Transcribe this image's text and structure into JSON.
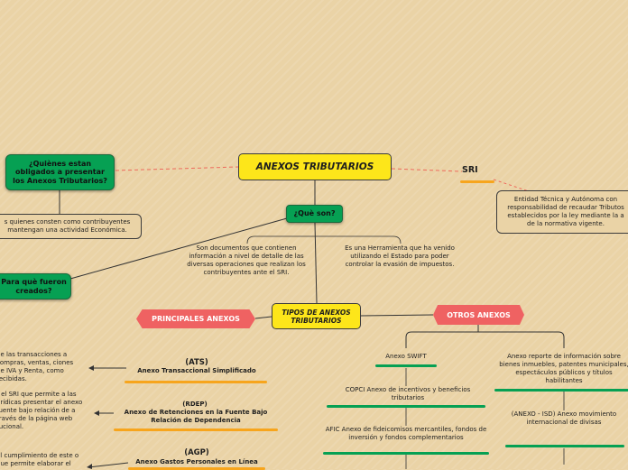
{
  "root": {
    "title": "ANEXOS TRIBUTARIOS"
  },
  "sri": {
    "label": "SRI",
    "description": "Entidad Técnica y Autónoma con responsabilidad de recaudar Tributos establecidos por la ley mediante la a de la normativa vigente."
  },
  "quienes": {
    "question": "¿Quiènes estan obligados a presentar los Anexos Tributarios?",
    "answer": "s quienes consten como contribuyentes mantengan una actividad Económica."
  },
  "que_son": {
    "question": "¿Què son?",
    "left_text": "Son documentos que contienen información a nivel de detalle de las diversas operaciones que realizan los contribuyentes ante el SRI.",
    "right_text": "Es una Herramienta que ha venido utilizando el Estado para poder controlar la evasión de impuestos."
  },
  "para_que": {
    "question": "Para què fueron creados?"
  },
  "tipos": {
    "title": "TIPOS DE ANEXOS TRIBUTARIOS"
  },
  "principales": {
    "label": "PRINCIPALES ANEXOS",
    "items": [
      {
        "code": "(ATS)",
        "name": "Anexo Transaccional Simplificado",
        "desc": "de las transacciones a compras, ventas, ciones de IVA y Renta, como recibidas."
      },
      {
        "code": "(RDEP)",
        "name": "Anexo de Retenciones en la Fuente Bajo Relación de Dependencia",
        "desc": "r el SRI que permite a las urídicas presentar el anexo fuente bajo relación de a través de la página web tucional."
      },
      {
        "code": "(AGP)",
        "name": "Anexo Gastos Personales en Línea",
        "desc": "el cumplimiento de este o que permite elaborar el"
      }
    ]
  },
  "otros": {
    "label": "OTROS ANEXOS",
    "left_items": [
      "Anexo SWIFT",
      "COPCI Anexo de incentivos y beneficios tributarios",
      "AFIC Anexo de fideicomisos mercantiles, fondos de inversión y fondos complementarios"
    ],
    "right_items": [
      "Anexo reporte de información sobre bienes inmuebles, patentes municipales, espectáculos públicos y títulos habilitantes",
      "(ANEXO - ISD) Anexo movimiento internacional de divisas"
    ]
  },
  "colors": {
    "background": "#ead3a6",
    "central": "#fde61a",
    "question": "#06a053",
    "category": "#ef6262",
    "underline_green": "#06a053",
    "underline_orange": "#f7a51d",
    "dashed_link": "#ee6a5c"
  }
}
